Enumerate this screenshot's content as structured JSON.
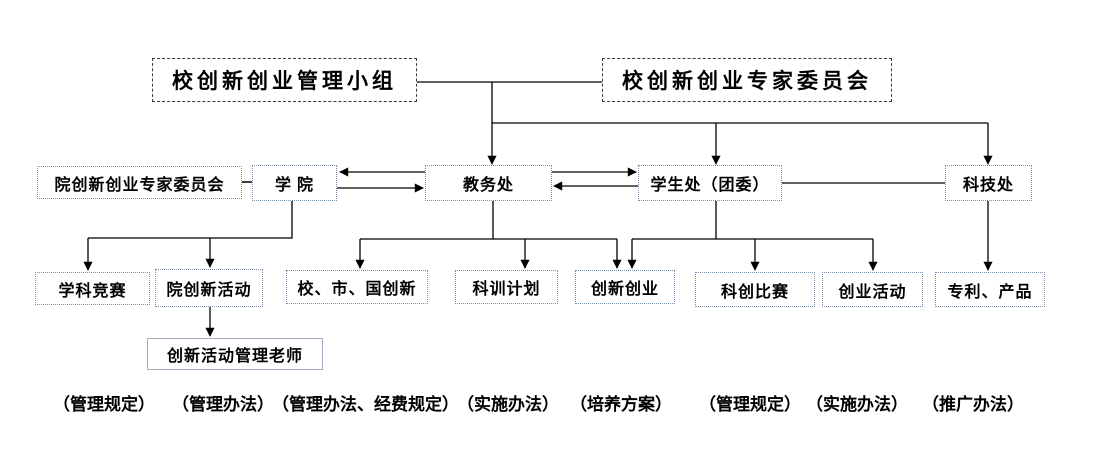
{
  "nodes": {
    "mgmt_group": {
      "label": "校创新创业管理小组"
    },
    "expert_committee": {
      "label": "校创新创业专家委员会"
    },
    "college_expert_committee": {
      "label": "院创新创业专家委员会"
    },
    "college": {
      "label": "学 院"
    },
    "academic_affairs": {
      "label": "教务处"
    },
    "student_affairs": {
      "label": "学生处（团委）"
    },
    "sci_tech_office": {
      "label": "科技处"
    },
    "subject_competition": {
      "label": "学科竞赛"
    },
    "college_innovation": {
      "label": "院创新活动"
    },
    "school_city_national": {
      "label": "校、市、国创新"
    },
    "sci_training_plan": {
      "label": "科训计划"
    },
    "innovation_entrepreneurship": {
      "label": "创新创业"
    },
    "sci_innovation_competition": {
      "label": "科创比赛"
    },
    "entrepreneurship_activity": {
      "label": "创业活动"
    },
    "patents_products": {
      "label": "专利、产品"
    },
    "activity_manage_teacher": {
      "label": "创新活动管理老师"
    }
  },
  "footnotes": [
    "（管理规定）",
    "（管理办法）",
    "（管理办法、经费规定）",
    "（实施办法）",
    "（培养方案）",
    "（管理规定）",
    "（实施办法）",
    "（推广办法）"
  ],
  "colors": {
    "connector": "#000000",
    "link_blue": "#95b3d7",
    "dotted_border": "#7b8fae"
  }
}
